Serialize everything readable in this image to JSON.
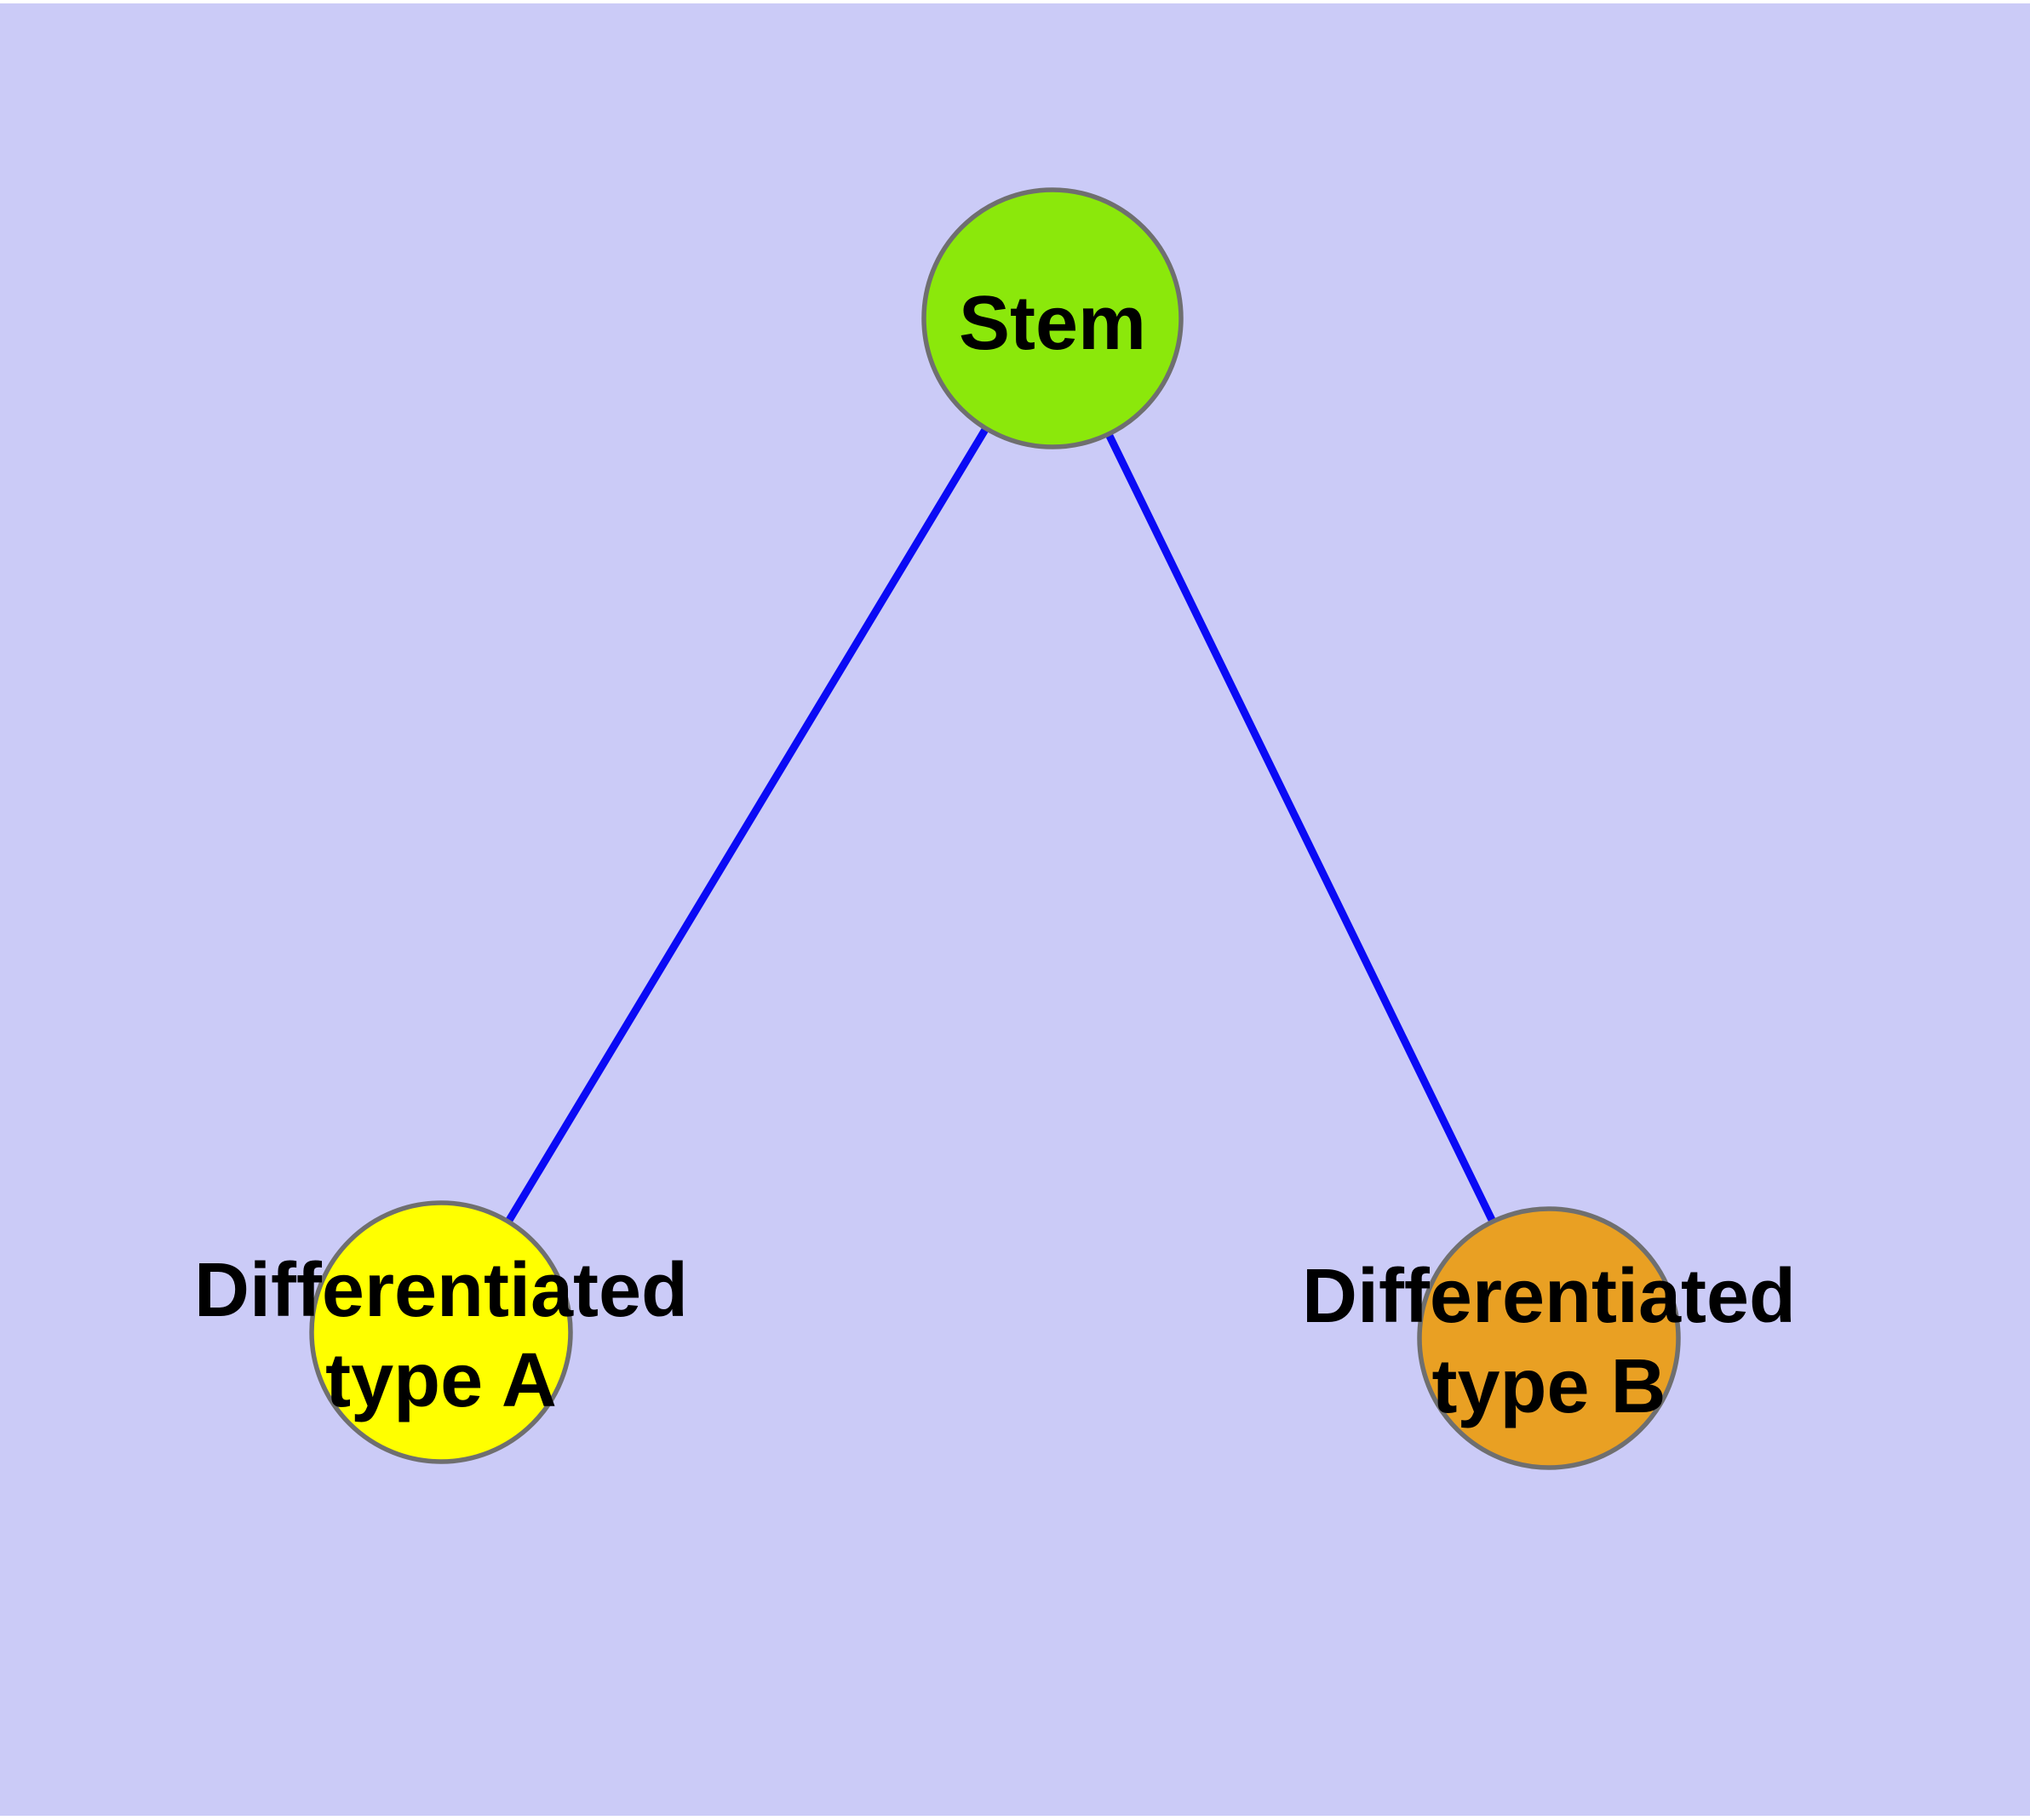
{
  "diagram": {
    "kind": "node-link-graph",
    "colors": {
      "background": "#CBCBF7",
      "page_margin": "#FFFFFF",
      "edge": "#0A0AF5",
      "node_border": "#6F6F6F",
      "label_text": "#000000"
    },
    "nodes": [
      {
        "id": "stem",
        "label": "Stem",
        "line1": "Stem",
        "fill": "#8BE80B"
      },
      {
        "id": "differentiated-type-a",
        "label": "Differentiated type A",
        "line1": "Differentiated",
        "line2": "type A",
        "fill": "#FFFF00"
      },
      {
        "id": "differentiated-type-b",
        "label": "Differentiated type B",
        "line1": "Differentiated",
        "line2": "type B",
        "fill": "#E9A023"
      }
    ],
    "edges": [
      {
        "from": "stem",
        "to": "differentiated-type-a"
      },
      {
        "from": "stem",
        "to": "differentiated-type-b"
      }
    ]
  }
}
